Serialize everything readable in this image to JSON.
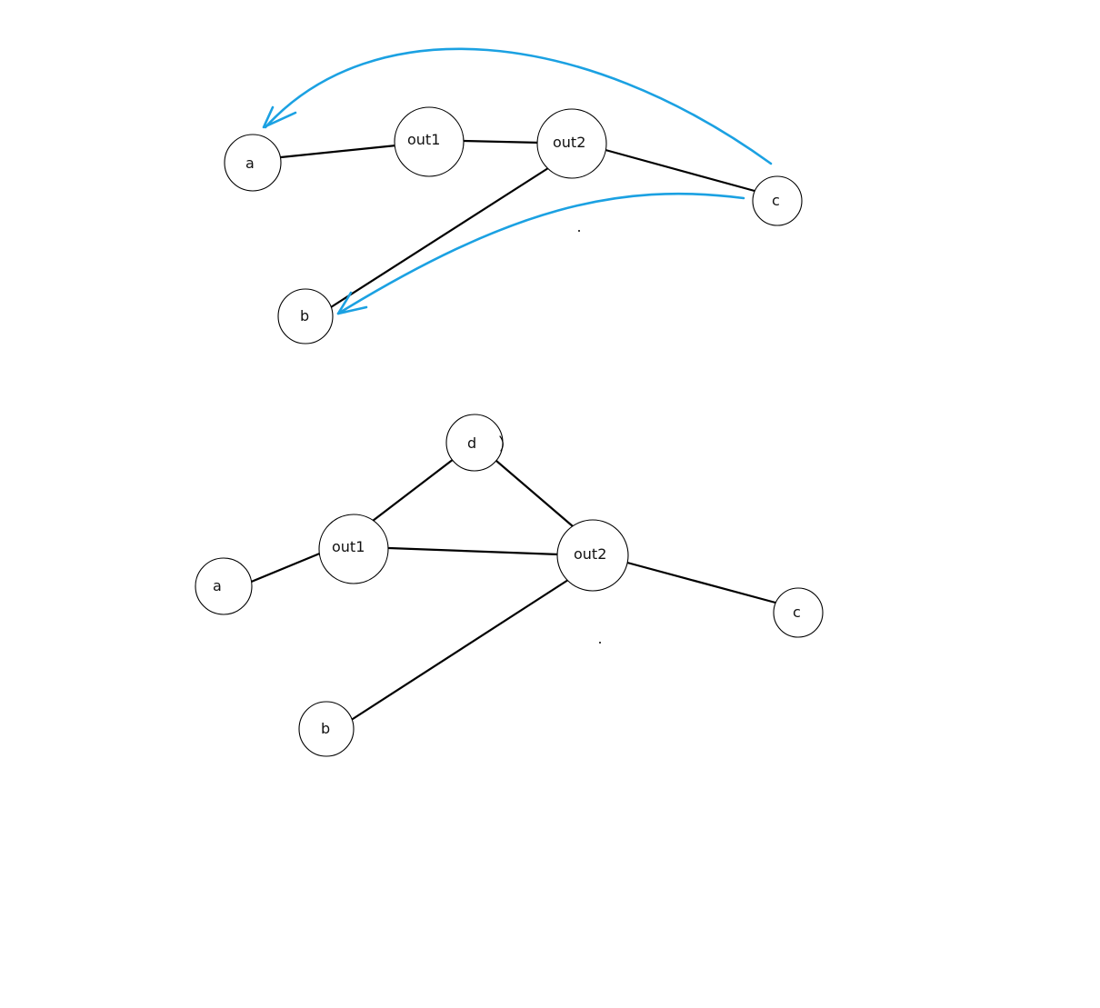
{
  "diagrams": [
    {
      "id": "top",
      "nodes": [
        {
          "id": "a",
          "label": "a"
        },
        {
          "id": "out1",
          "label": "out1"
        },
        {
          "id": "out2",
          "label": "out2"
        },
        {
          "id": "c",
          "label": "c"
        },
        {
          "id": "b",
          "label": "b"
        }
      ],
      "edges": [
        [
          "a",
          "out1"
        ],
        [
          "out1",
          "out2"
        ],
        [
          "out2",
          "c"
        ],
        [
          "out2",
          "b"
        ]
      ],
      "arrows": [
        {
          "from": "c",
          "to": "a"
        },
        {
          "from": "c",
          "to": "b"
        }
      ]
    },
    {
      "id": "bottom",
      "nodes": [
        {
          "id": "a",
          "label": "a"
        },
        {
          "id": "out1",
          "label": "out1"
        },
        {
          "id": "d",
          "label": "d"
        },
        {
          "id": "out2",
          "label": "out2"
        },
        {
          "id": "c",
          "label": "c"
        },
        {
          "id": "b",
          "label": "b"
        }
      ],
      "edges": [
        [
          "a",
          "out1"
        ],
        [
          "out1",
          "d"
        ],
        [
          "d",
          "out2"
        ],
        [
          "out1",
          "out2"
        ],
        [
          "out2",
          "c"
        ],
        [
          "out2",
          "b"
        ]
      ],
      "arrows": []
    }
  ],
  "colors": {
    "arrow": "#1ba1e2",
    "edge": "#000000"
  }
}
